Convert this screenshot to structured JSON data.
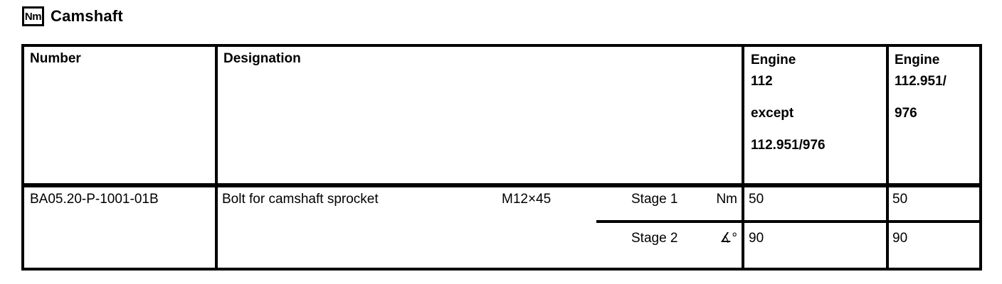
{
  "title": {
    "icon": "Nm",
    "text": "Camshaft"
  },
  "table": {
    "header": {
      "number": "Number",
      "designation": "Designation",
      "engine_a_paras": [
        "Engine\n112",
        "except",
        "112.951/976"
      ],
      "engine_b_paras": [
        "Engine\n112.951/",
        "976"
      ]
    },
    "row": {
      "number": "BA05.20-P-1001-01B",
      "designation": "Bolt for camshaft sprocket",
      "size": "M12×45",
      "stages": [
        {
          "label": "Stage 1",
          "unit": "Nm",
          "engine_a": "50",
          "engine_b": "50"
        },
        {
          "label": "Stage 2",
          "unit": "∡°",
          "engine_a": "90",
          "engine_b": "90"
        }
      ]
    }
  }
}
